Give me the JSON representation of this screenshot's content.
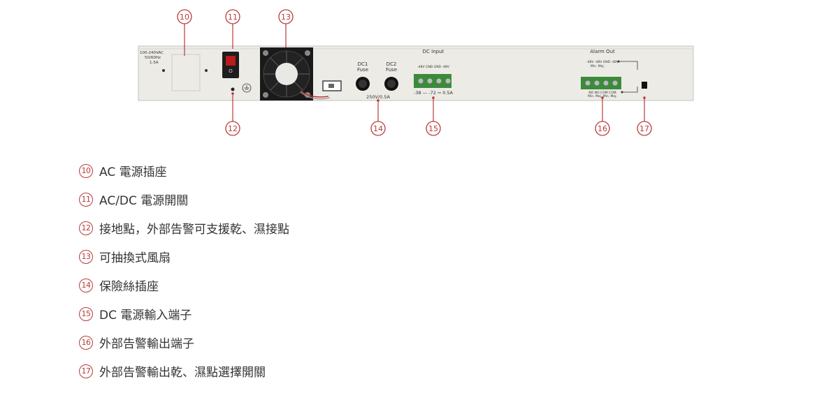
{
  "callouts": [
    {
      "num": "10",
      "label": "AC 電源插座"
    },
    {
      "num": "11",
      "label": "AC/DC 電源開關"
    },
    {
      "num": "12",
      "label": "接地點，外部告警可支援乾、濕接點"
    },
    {
      "num": "13",
      "label": "可抽換式風扇"
    },
    {
      "num": "14",
      "label": "保險絲插座"
    },
    {
      "num": "15",
      "label": "DC 電源輸入端子"
    },
    {
      "num": "16",
      "label": "外部告警輸出端子"
    },
    {
      "num": "17",
      "label": "外部告警輸出乾、濕點選擇開關"
    }
  ],
  "panel": {
    "ac_spec": [
      "100-240VAC",
      "50/60Hz",
      "1.5A"
    ],
    "dc1": [
      "DC1",
      "Fuse"
    ],
    "dc2": [
      "DC2",
      "Fuse"
    ],
    "fuse_rating": "250V/0.5A",
    "dc_input_title": "DC Input",
    "dc_input_labels": "-48V GND GND -48V",
    "dc_input_spec": "-38 — -72 ⎓ 0.5A",
    "alarm_title": "Alarm Out",
    "alarm_top": "-48V -48V GND -48V",
    "alarm_top2": "Min. Maj.",
    "alarm_bottom": "NO NO COM COM",
    "alarm_bottom2": "Min. Maj. Min. Maj."
  }
}
